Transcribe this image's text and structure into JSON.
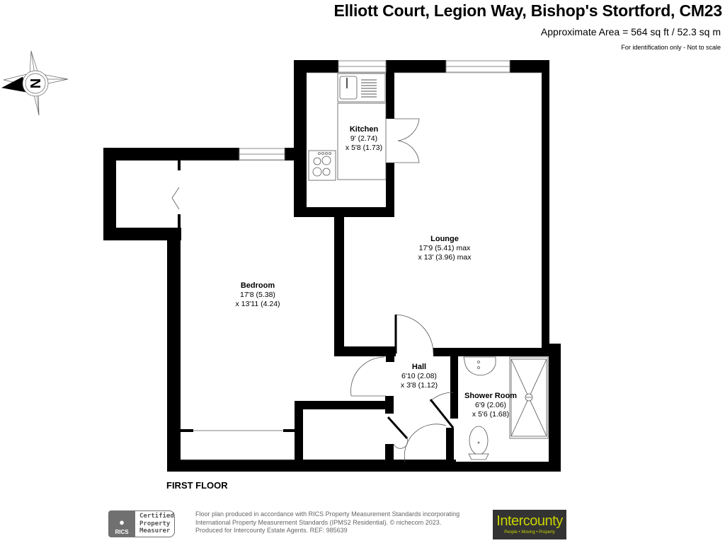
{
  "header": {
    "title": "Elliott Court, Legion Way, Bishop's Stortford, CM23",
    "area": "Approximate Area = 564 sq ft / 52.3 sq m",
    "disclaimer": "For identification only - Not to scale"
  },
  "compass": {
    "letter": "N",
    "icon": "north-compass-icon"
  },
  "rooms": {
    "kitchen": {
      "name": "Kitchen",
      "dim1": "9' (2.74)",
      "dim2": "x 5'8 (1.73)"
    },
    "lounge": {
      "name": "Lounge",
      "dim1": "17'9 (5.41) max",
      "dim2": "x 13' (3.96) max"
    },
    "bedroom": {
      "name": "Bedroom",
      "dim1": "17'8 (5.38)",
      "dim2": "x 13'11 (4.24)"
    },
    "hall": {
      "name": "Hall",
      "dim1": "6'10 (2.08)",
      "dim2": "x 3'8 (1.12)"
    },
    "shower": {
      "name": "Shower Room",
      "dim1": "6'9 (2.06)",
      "dim2": "x 5'6 (1.68)"
    }
  },
  "floor_label": "FIRST FLOOR",
  "footer": {
    "rics": {
      "logo_text": "RICS",
      "badge_lines": [
        "Certified",
        "Property",
        "Measurer"
      ]
    },
    "text_lines": [
      "Floor plan produced in accordance with RICS Property Measurement Standards incorporating",
      "International Property Measurement Standards (IPMS2 Residential).   © nichecom 2023.",
      "Produced for Intercounty Estate Agents.    REF:  985639"
    ],
    "brand": {
      "name": "Intercounty",
      "tagline": "People • Moving • Property",
      "bg_color": "#333333",
      "text_color": "#c9d400"
    }
  }
}
